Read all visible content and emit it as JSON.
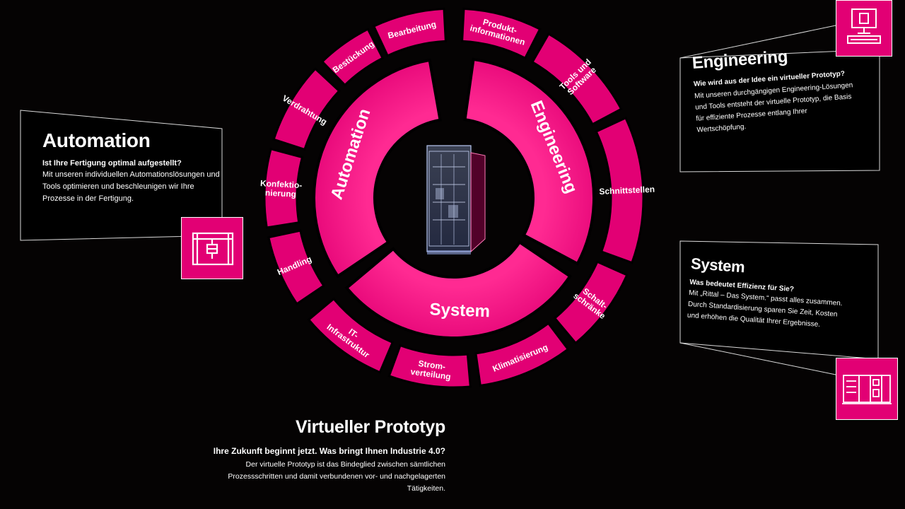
{
  "colors": {
    "magenta": "#e20074",
    "magenta_dark": "#b3005a",
    "background": "#050303"
  },
  "wheel": {
    "inner": [
      {
        "key": "automation",
        "label": "Automation"
      },
      {
        "key": "engineering",
        "label": "Engineering"
      },
      {
        "key": "system",
        "label": "System"
      }
    ],
    "outer": [
      {
        "label_lines": [
          "Bearbeitung"
        ]
      },
      {
        "label_lines": [
          "Produkt-",
          "informationen"
        ]
      },
      {
        "label_lines": [
          "Tools und",
          "Software"
        ]
      },
      {
        "label_lines": [
          "Schnittstellen"
        ]
      },
      {
        "label_lines": [
          "Schalt-",
          "schränke"
        ]
      },
      {
        "label_lines": [
          "Klimatisierung"
        ]
      },
      {
        "label_lines": [
          "Strom-",
          "verteilung"
        ]
      },
      {
        "label_lines": [
          "IT-",
          "Infrastruktur"
        ]
      },
      {
        "label_lines": [
          "Handling"
        ]
      },
      {
        "label_lines": [
          "Konfektio-",
          "nierung"
        ]
      },
      {
        "label_lines": [
          "Verdrahtung"
        ]
      },
      {
        "label_lines": [
          "Bestückung"
        ]
      }
    ],
    "center_image": "enclosure-cabinet-icon"
  },
  "automation_panel": {
    "title": "Automation",
    "lead": "Ist Ihre Fertigung optimal aufgestellt?",
    "body": "Mit unseren individuellen Automationslösungen und Tools optimieren und beschleunigen wir Ihre Prozesse in der Fertigung.",
    "icon": "gantry-robot-icon"
  },
  "engineering_panel": {
    "title": "Engineering",
    "lead": "Wie wird aus der Idee ein virtueller Prototyp?",
    "body": "Mit unseren durchgängigen Engineering-Lösungen und Tools entsteht der virtuelle Prototyp, die Basis für effiziente Prozesse entlang Ihrer Wertschöpfung.",
    "icon": "computer-workstation-icon"
  },
  "system_panel": {
    "title": "System",
    "lead": "Was bedeutet Effizienz für Sie?",
    "body": "Mit „Rittal – Das System.“ passt alles zusammen. Durch Standardisierung sparen Sie Zeit, Kosten und erhöhen die Qualität Ihrer Ergebnisse.",
    "icon": "enclosure-system-icon"
  },
  "prototype": {
    "title": "Virtueller Prototyp",
    "lead": "Ihre Zukunft beginnt jetzt. Was bringt Ihnen Industrie 4.0?",
    "body": "Der virtuelle Prototyp ist das Bindeglied zwischen sämtlichen Prozessschritten und damit verbundenen vor- und nachgelagerten Tätigkeiten."
  }
}
